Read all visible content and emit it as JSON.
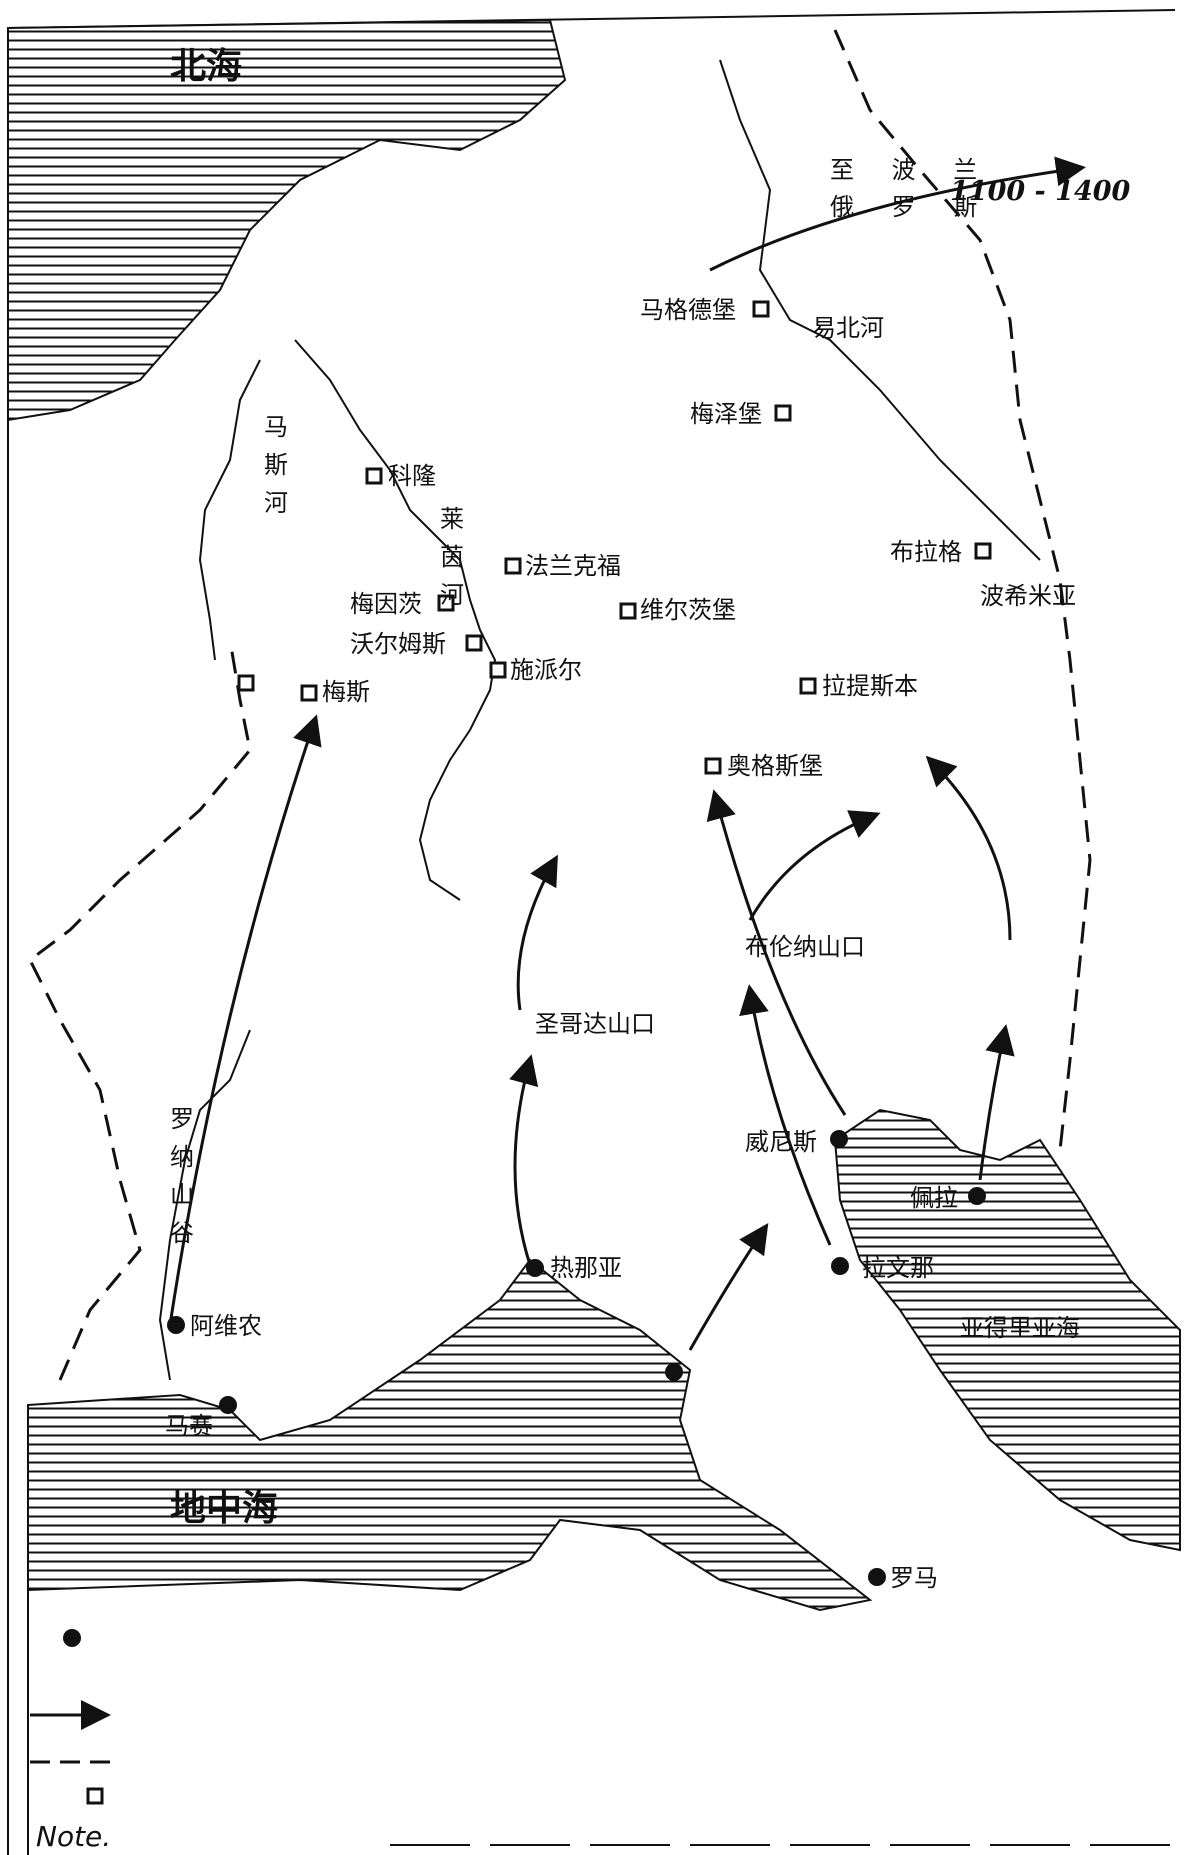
{
  "seas": {
    "north_sea": "北海",
    "mediterranean": "地中海",
    "adriatic": "亚得里亚海"
  },
  "rivers": {
    "meuse": "马斯河",
    "rhine": "莱茵河",
    "elbe": "易北河",
    "rhone_valley": "罗纳山谷"
  },
  "passes": {
    "st_gotthard": "圣哥达山口",
    "brenner": "布伦纳山口"
  },
  "route": {
    "line1": "至 波 兰",
    "line2": "俄 罗 斯",
    "years": "1100 - 1400"
  },
  "towns": {
    "magdeburg": "马格德堡",
    "merseburg": "梅泽堡",
    "cologne": "科隆",
    "frankfurt": "法兰克福",
    "mainz": "梅因茨",
    "worms": "沃尔姆斯",
    "speyer": "施派尔",
    "wurzburg": "维尔茨堡",
    "metz": "梅斯",
    "regensburg": "拉提斯本",
    "augsburg": "奥格斯堡",
    "prague": "布拉格",
    "bohemia": "波希米亚"
  },
  "ports": {
    "venice": "威尼斯",
    "genoa": "热那亚",
    "aquileia": "佩拉",
    "ravenna": "拉文那",
    "avignon": "阿维农",
    "marseille": "马赛",
    "rome": "罗马"
  },
  "legend": {
    "note": "Note."
  },
  "colors": {
    "ink": "#111111",
    "paper": "#ffffff"
  }
}
